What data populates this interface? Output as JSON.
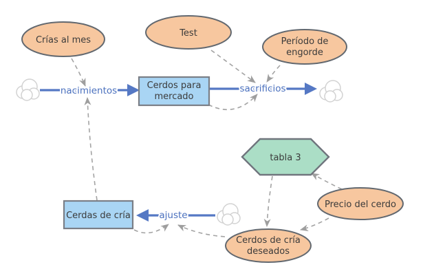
{
  "colors": {
    "aux_fill": "#F7C79F",
    "stock_fill": "#A9D5F4",
    "lookup_fill": "#ABDEC6",
    "flow_blue": "#5578C4",
    "flow_label_blue": "#4A70BE",
    "link_gray": "#A3A3A3",
    "text_dark": "#3B3B3B"
  },
  "nodes": {
    "crias_al_mes": {
      "type": "auxiliary",
      "label": "Crías al mes"
    },
    "test": {
      "type": "auxiliary",
      "label": "Test"
    },
    "periodo_de_engorde": {
      "type": "auxiliary",
      "line1": "Período de",
      "line2": "engorde"
    },
    "cerdos_para_mercado": {
      "type": "stock",
      "line1": "Cerdos para",
      "line2": "mercado"
    },
    "cerdas_de_cria": {
      "type": "stock",
      "label": "Cerdas de cría"
    },
    "tabla_3": {
      "type": "lookup",
      "label": "tabla 3"
    },
    "precio_del_cerdo": {
      "type": "auxiliary",
      "label": "Precio del cerdo"
    },
    "cerdos_de_cria_deseados": {
      "type": "auxiliary",
      "line1": "Cerdos de cría",
      "line2": "deseados"
    }
  },
  "flows": {
    "nacimientos": {
      "label": "nacimientos",
      "from": "source-cloud",
      "to": "cerdos_para_mercado"
    },
    "sacrificios": {
      "label": "sacrificios",
      "from": "cerdos_para_mercado",
      "to": "sink-cloud"
    },
    "ajuste": {
      "label": "ajuste",
      "from": "source-cloud",
      "to": "cerdas_de_cria"
    }
  },
  "links": [
    {
      "from": "crias_al_mes",
      "to": "nacimientos"
    },
    {
      "from": "cerdas_de_cria",
      "to": "nacimientos"
    },
    {
      "from": "test",
      "to": "sacrificios"
    },
    {
      "from": "periodo_de_engorde",
      "to": "sacrificios"
    },
    {
      "from": "cerdos_para_mercado",
      "to": "sacrificios"
    },
    {
      "from": "cerdas_de_cria",
      "to": "ajuste"
    },
    {
      "from": "cerdos_de_cria_deseados",
      "to": "ajuste"
    },
    {
      "from": "tabla_3",
      "to": "cerdos_de_cria_deseados"
    },
    {
      "from": "precio_del_cerdo",
      "to": "tabla_3"
    },
    {
      "from": "precio_del_cerdo",
      "to": "cerdos_de_cria_deseados"
    }
  ]
}
